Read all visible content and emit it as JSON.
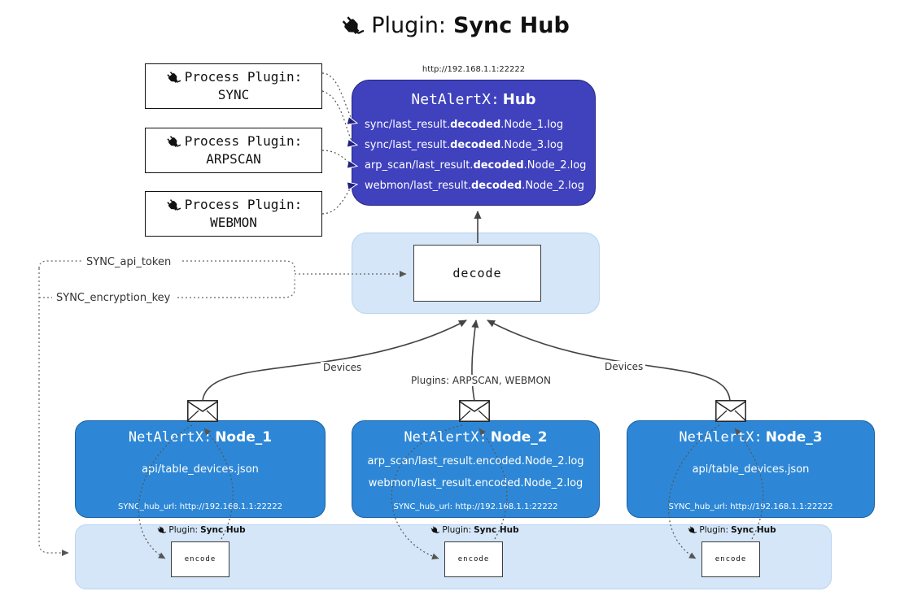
{
  "title": {
    "prefix": "Plugin:",
    "name": "Sync Hub"
  },
  "hub": {
    "url": "http://192.168.1.1:22222",
    "title_prefix": "NetAlertX:",
    "title_name": "Hub",
    "lines": [
      {
        "pre": "sync/last_result.",
        "bold": "decoded",
        "post": ".Node_1.log"
      },
      {
        "pre": "sync/last_result.",
        "bold": "decoded",
        "post": ".Node_3.log"
      },
      {
        "pre": "arp_scan/last_result.",
        "bold": "decoded",
        "post": ".Node_2.log"
      },
      {
        "pre": "webmon/last_result.",
        "bold": "decoded",
        "post": ".Node_2.log"
      }
    ]
  },
  "process_plugins": [
    {
      "label": "Process Plugin:",
      "name": "SYNC"
    },
    {
      "label": "Process Plugin:",
      "name": "ARPSCAN"
    },
    {
      "label": "Process Plugin:",
      "name": "WEBMON"
    }
  ],
  "decode": {
    "label": "decode"
  },
  "secrets": {
    "api_token": "SYNC_api_token",
    "encryption_key": "SYNC_encryption_key"
  },
  "edge_labels": {
    "left": "Devices",
    "middle": "Plugins: ARPSCAN, WEBMON",
    "right": "Devices"
  },
  "nodes": [
    {
      "title_prefix": "NetAlertX:",
      "title_name": "Node_1",
      "files": [
        "api/table_devices.json"
      ],
      "footer": "SYNC_hub_url: http://192.168.1.1:22222"
    },
    {
      "title_prefix": "NetAlertX:",
      "title_name": "Node_2",
      "files": [
        "arp_scan/last_result.encoded.Node_2.log",
        "webmon/last_result.encoded.Node_2.log"
      ],
      "footer": "SYNC_hub_url: http://192.168.1.1:22222"
    },
    {
      "title_prefix": "NetAlertX:",
      "title_name": "Node_3",
      "files": [
        "api/table_devices.json"
      ],
      "footer": "SYNC_hub_url: http://192.168.1.1:22222"
    }
  ],
  "encode": {
    "plugin_prefix": "Plugin:",
    "plugin_name": "Sync Hub",
    "label": "encode"
  },
  "colors": {
    "hub_fill": "#3f41bd",
    "node_fill": "#2d87d6",
    "container_fill": "#d4e6f8",
    "box_border": "#3c3c3c",
    "text_on_dark": "#ffffff"
  }
}
